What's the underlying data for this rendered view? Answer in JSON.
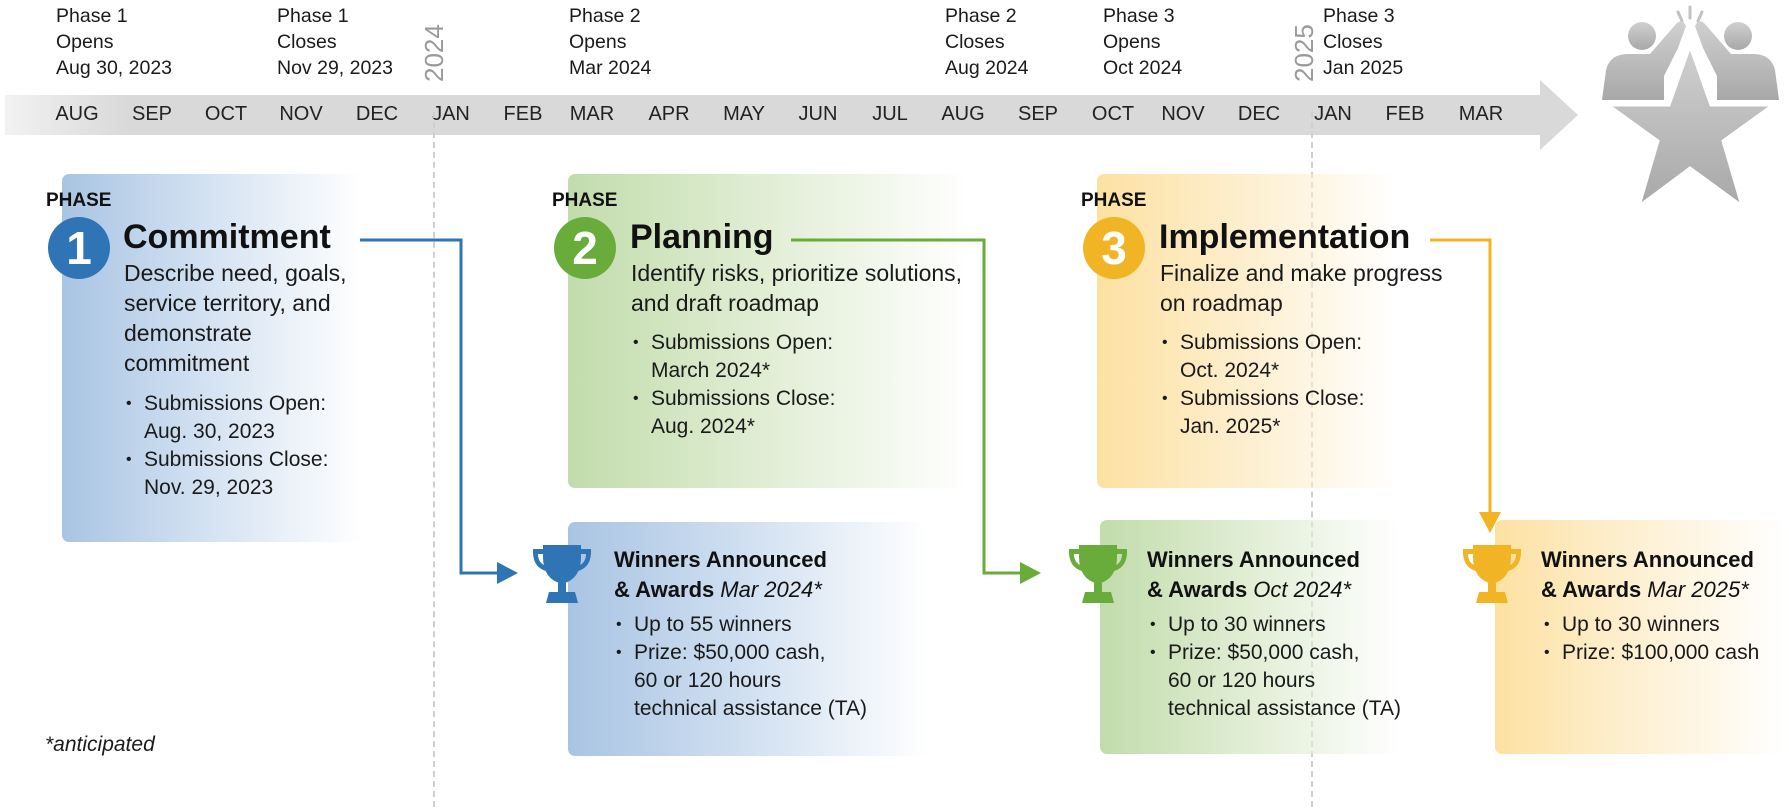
{
  "timeline": {
    "months": [
      "AUG",
      "SEP",
      "OCT",
      "NOV",
      "DEC",
      "JAN",
      "FEB",
      "MAR",
      "APR",
      "MAY",
      "JUN",
      "JUL",
      "AUG",
      "SEP",
      "OCT",
      "NOV",
      "DEC",
      "JAN",
      "FEB",
      "MAR"
    ],
    "years": [
      "2024",
      "2025"
    ],
    "milestones": [
      {
        "lines": [
          "Phase 1",
          "Opens",
          "Aug 30, 2023"
        ]
      },
      {
        "lines": [
          "Phase 1",
          "Closes",
          "Nov 29, 2023"
        ]
      },
      {
        "lines": [
          "Phase 2",
          "Opens",
          "Mar 2024"
        ]
      },
      {
        "lines": [
          "Phase 2",
          "Closes",
          "Aug 2024"
        ]
      },
      {
        "lines": [
          "Phase 3",
          "Opens",
          "Oct 2024"
        ]
      },
      {
        "lines": [
          "Phase 3",
          "Closes",
          "Jan 2025"
        ]
      }
    ]
  },
  "phases": [
    {
      "label": "PHASE",
      "number": "1",
      "title": "Commitment",
      "description": "Describe need, goals, service territory, and demonstrate commitment",
      "bullets": [
        {
          "line1": "Submissions Open:",
          "line2": "Aug. 30, 2023"
        },
        {
          "line1": "Submissions Close:",
          "line2": "Nov. 29, 2023"
        }
      ]
    },
    {
      "label": "PHASE",
      "number": "2",
      "title": "Planning",
      "description": "Identify risks, prioritize solutions, and draft roadmap",
      "bullets": [
        {
          "line1": "Submissions Open:",
          "line2": "March 2024*"
        },
        {
          "line1": "Submissions Close:",
          "line2": "Aug. 2024*"
        }
      ]
    },
    {
      "label": "PHASE",
      "number": "3",
      "title": "Implementation",
      "description": "Finalize and make progress on roadmap",
      "bullets": [
        {
          "line1": "Submissions Open:",
          "line2": "Oct. 2024*"
        },
        {
          "line1": "Submissions Close:",
          "line2": "Jan. 2025*"
        }
      ]
    }
  ],
  "awards": [
    {
      "title_line1": "Winners Announced",
      "title_line2": "& Awards",
      "date": "Mar 2024*",
      "bullets": [
        "Up to 55 winners",
        "Prize: $50,000 cash,",
        "60 or 120 hours",
        "technical assistance (TA)"
      ]
    },
    {
      "title_line1": "Winners Announced",
      "title_line2": "& Awards",
      "date": "Oct 2024*",
      "bullets": [
        "Up to 30 winners",
        "Prize: $50,000 cash,",
        "60 or 120 hours",
        "technical assistance (TA)"
      ]
    },
    {
      "title_line1": "Winners Announced",
      "title_line2": "& Awards",
      "date": "Mar 2025*",
      "bullets": [
        "Up to 30 winners",
        "Prize: $100,000 cash"
      ]
    }
  ],
  "footnote": "*anticipated",
  "colors": {
    "phase1": "#2f74b5",
    "phase2": "#6aac3b",
    "phase3": "#f1b424",
    "timeline": "#d9d9d9",
    "icon": "#bdbdbd"
  },
  "icons": {
    "trophy": "trophy-icon",
    "team": "high-five-star-icon"
  }
}
